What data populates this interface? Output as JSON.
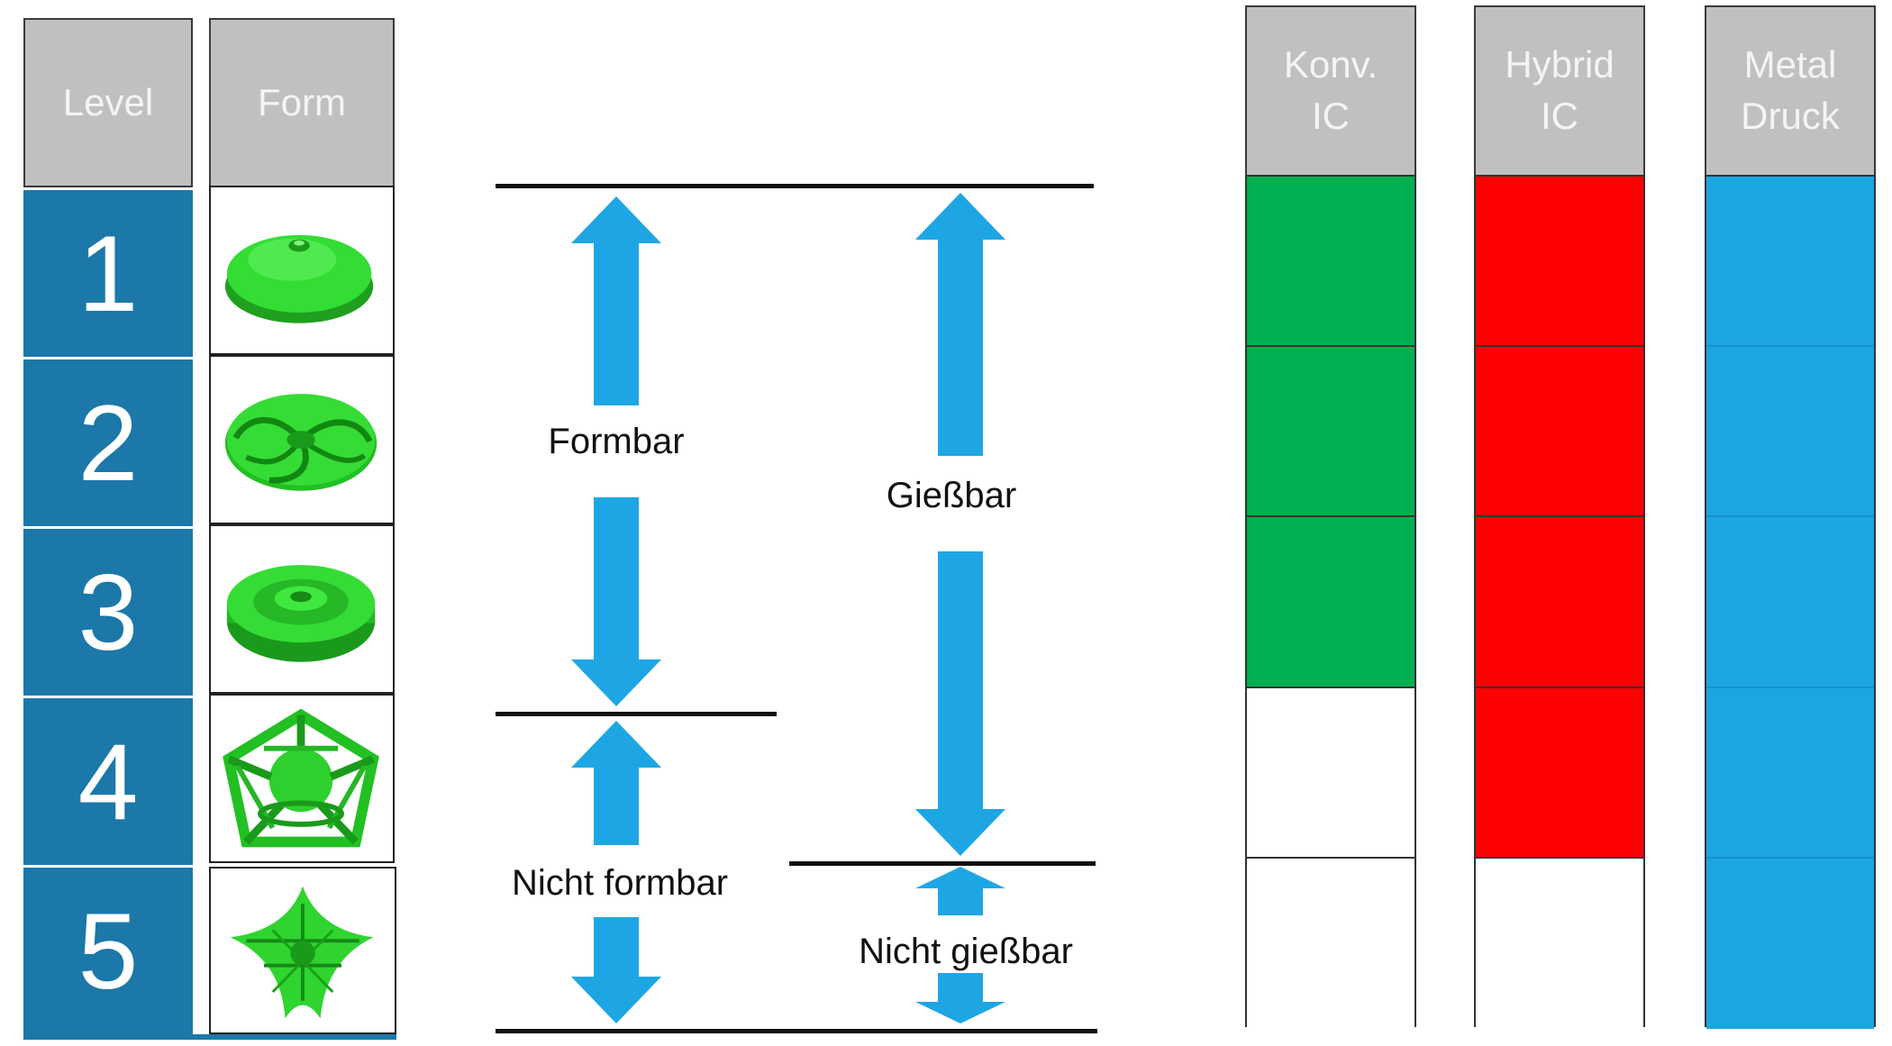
{
  "table": {
    "header_level": "Level",
    "header_form": "Form",
    "levels": [
      "1",
      "2",
      "3",
      "4",
      "5"
    ],
    "level_color": "#1b78a8",
    "form_color": "#22cc22"
  },
  "arrows": {
    "formbar": "Formbar",
    "nicht_formbar": "Nicht formbar",
    "giessbar": "Gießbar",
    "nicht_giessbar": "Nicht gießbar",
    "arrow_color": "#1ea6e4"
  },
  "processes": [
    {
      "line1": "Konv.",
      "line2": "IC",
      "cells": [
        "feasible",
        "feasible",
        "feasible",
        "empty",
        "empty"
      ]
    },
    {
      "line1": "Hybrid",
      "line2": "IC",
      "cells": [
        "feasible",
        "feasible",
        "feasible",
        "feasible",
        "empty"
      ]
    },
    {
      "line1": "Metal",
      "line2": "Druck",
      "cells": [
        "feasible",
        "feasible",
        "feasible",
        "feasible",
        "feasible"
      ]
    }
  ],
  "colors": {
    "konv": "#00b050",
    "hybrid": "#ff0000",
    "metal": "#1ba6e2",
    "header_gray": "#c0c0c0"
  }
}
